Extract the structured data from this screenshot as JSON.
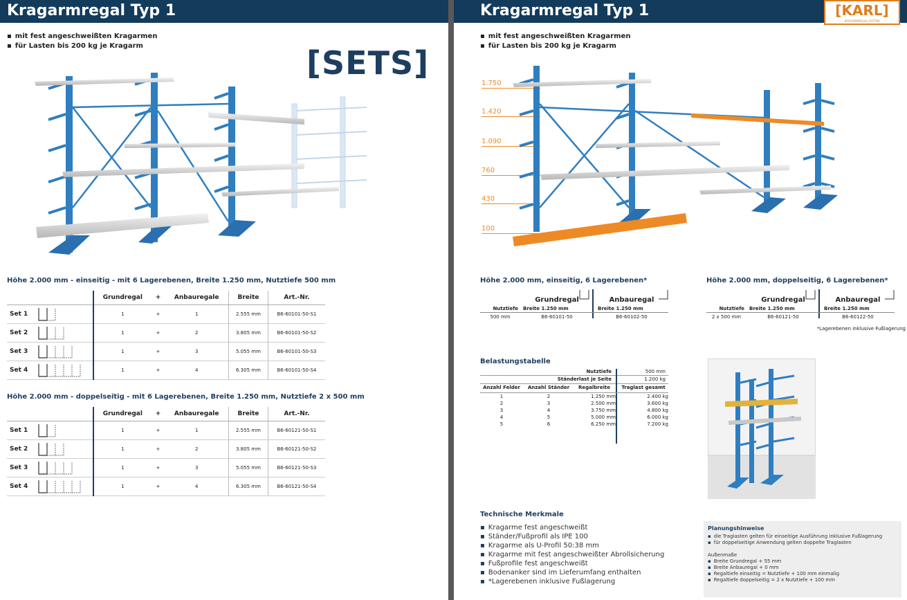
{
  "left": {
    "title": "Kragarmregal Typ 1",
    "bullets": [
      "mit fest angeschweißten Kragarmen",
      "für Lasten bis 200 kg je Kragarm"
    ],
    "sets_badge": "[SETS]",
    "section1": "Höhe 2.000 mm - einseitig - mit 6 Lagerebenen, Breite 1.250 mm, Nutztiefe 500 mm",
    "section2": "Höhe 2.000 mm - doppelseitig - mit 6 Lagerebenen, Breite 1.250 mm, Nutztiefe 2 x 500 mm",
    "table_headers": {
      "grund": "Grundregal",
      "plus": "+",
      "anbau": "Anbauregale",
      "breite": "Breite",
      "art": "Art.-Nr."
    },
    "table1": [
      {
        "set": "Set 1",
        "g": "1",
        "p": "+",
        "a": "1",
        "b": "2.555 mm",
        "art": "B6-60101-50-S1"
      },
      {
        "set": "Set 2",
        "g": "1",
        "p": "+",
        "a": "2",
        "b": "3.805 mm",
        "art": "B6-60101-50-S2"
      },
      {
        "set": "Set 3",
        "g": "1",
        "p": "+",
        "a": "3",
        "b": "5.055 mm",
        "art": "B6-60101-50-S3"
      },
      {
        "set": "Set 4",
        "g": "1",
        "p": "+",
        "a": "4",
        "b": "6.305 mm",
        "art": "B6-60101-50-S4"
      }
    ],
    "table2": [
      {
        "set": "Set 1",
        "g": "1",
        "p": "+",
        "a": "1",
        "b": "2.555 mm",
        "art": "B6-60121-50-S1"
      },
      {
        "set": "Set 2",
        "g": "1",
        "p": "+",
        "a": "2",
        "b": "3.805 mm",
        "art": "B6-60121-50-S2"
      },
      {
        "set": "Set 3",
        "g": "1",
        "p": "+",
        "a": "3",
        "b": "5.055 mm",
        "art": "B6-60121-50-S3"
      },
      {
        "set": "Set 4",
        "g": "1",
        "p": "+",
        "a": "4",
        "b": "6.305 mm",
        "art": "B6-60121-50-S4"
      }
    ]
  },
  "right": {
    "title": "Kragarmregal Typ 1",
    "logo": "[KARL]",
    "logo_sub": "KRAGARMREGAL-SYSTEM",
    "bullets": [
      "mit fest angeschweißten Kragarmen",
      "für Lasten bis 200 kg je Kragarm"
    ],
    "heights": [
      "1.750",
      "1.420",
      "1.090",
      "760",
      "430",
      "100"
    ],
    "einseitig": {
      "title": "Höhe 2.000 mm, einseitig, 6 Lagerebenen*",
      "grund": "Grundregal",
      "anbau": "Anbauregal",
      "nutz_label": "Nutztiefe",
      "breite_g": "Breite 1.250 mm",
      "breite_a": "Breite 1.250 mm",
      "nutz": "500 mm",
      "art_g": "B6-60101-50",
      "art_a": "B6-60102-50"
    },
    "doppelseitig": {
      "title": "Höhe 2.000 mm, doppelseitig, 6 Lagerebenen*",
      "grund": "Grundregal",
      "anbau": "Anbauregal",
      "nutz_label": "Nutztiefe",
      "breite_g": "Breite 1.250 mm",
      "breite_a": "Breite 1.250 mm",
      "nutz": "2 x 500 mm",
      "art_g": "B6-60121-50",
      "art_a": "B6-60122-50"
    },
    "footnote": "*Lagerebenen inklusive Fußlagerung",
    "belastung": {
      "title": "Belastungstabelle",
      "nutz_label": "Nutztiefe",
      "nutz_val": "500 mm",
      "staender_label": "Ständerlast je Seite",
      "staender_val": "1.200 kg",
      "headers": [
        "Anzahl Felder",
        "Anzahl Ständer",
        "Regalbreite",
        "Traglast gesamt"
      ],
      "rows": [
        [
          "1",
          "2",
          "1.250 mm",
          "2.400 kg"
        ],
        [
          "2",
          "3",
          "2.500 mm",
          "3.600 kg"
        ],
        [
          "3",
          "4",
          "3.750 mm",
          "4.800 kg"
        ],
        [
          "4",
          "5",
          "5.000 mm",
          "6.000 kg"
        ],
        [
          "5",
          "6",
          "6.250 mm",
          "7.200 kg"
        ]
      ]
    },
    "tech": {
      "title": "Technische Merkmale",
      "items": [
        "Kragarme fest angeschweißt",
        "Ständer/Fußprofil als IPE 100",
        "Kragarme als U-Profil 50:38 mm",
        "Kragarme mit fest angeschweißter Abrollsicherung",
        "Fußprofile fest angeschweißt",
        "Bodenanker sind im Lieferumfang enthalten",
        "*Lagerebenen inklusive Fußlagerung"
      ]
    },
    "plan": {
      "title": "Planungshinweise",
      "items": [
        "die Traglasten gelten für einseitige Ausführung inklusive Fußlagerung",
        "für doppelseitige Anwendung gelten doppelte Traglasten"
      ],
      "aussen_title": "Außenmaße",
      "aussen": [
        "Breite Grundregal + 55 mm",
        "Breite Anbauregal + 0 mm",
        "Regaltiefe einseitig = Nutztiefe + 100 mm einmalig",
        "Regaltiefe doppelseitig = 2 x Nutztiefe + 100 mm"
      ]
    }
  },
  "colors": {
    "navy": "#133b5c",
    "blue": "#2f7ec0",
    "orange": "#ee8a26",
    "gutter": "#595959"
  }
}
